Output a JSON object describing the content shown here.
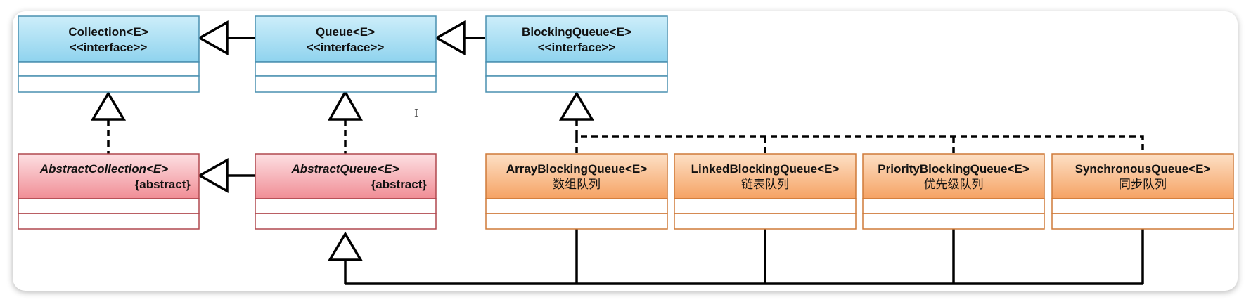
{
  "interfaces": {
    "collection": {
      "name": "Collection<E>",
      "stereotype": "<<interface>>"
    },
    "queue": {
      "name": "Queue<E>",
      "stereotype": "<<interface>>"
    },
    "blocking_queue": {
      "name": "BlockingQueue<E>",
      "stereotype": "<<interface>>"
    }
  },
  "abstract_classes": {
    "abstract_collection": {
      "name": "AbstractCollection<E>",
      "modifier": "{abstract}"
    },
    "abstract_queue": {
      "name": "AbstractQueue<E>",
      "modifier": "{abstract}"
    }
  },
  "implementations": [
    {
      "name": "ArrayBlockingQueue<E>",
      "subtitle": "数组队列"
    },
    {
      "name": "LinkedBlockingQueue<E>",
      "subtitle": "链表队列"
    },
    {
      "name": "PriorityBlockingQueue<E>",
      "subtitle": "优先级队列"
    },
    {
      "name": "SynchronousQueue<E>",
      "subtitle": "同步队列"
    }
  ],
  "colors": {
    "interface_top": "#cdeefa",
    "interface_bottom": "#8fd3ee",
    "interface_border": "#4a90b0",
    "abstract_top": "#fde0e3",
    "abstract_bottom": "#f08d95",
    "abstract_border": "#b0484f",
    "impl_top": "#fde0c6",
    "impl_bottom": "#f5a263",
    "impl_border": "#cf7a39",
    "line": "#000000"
  }
}
